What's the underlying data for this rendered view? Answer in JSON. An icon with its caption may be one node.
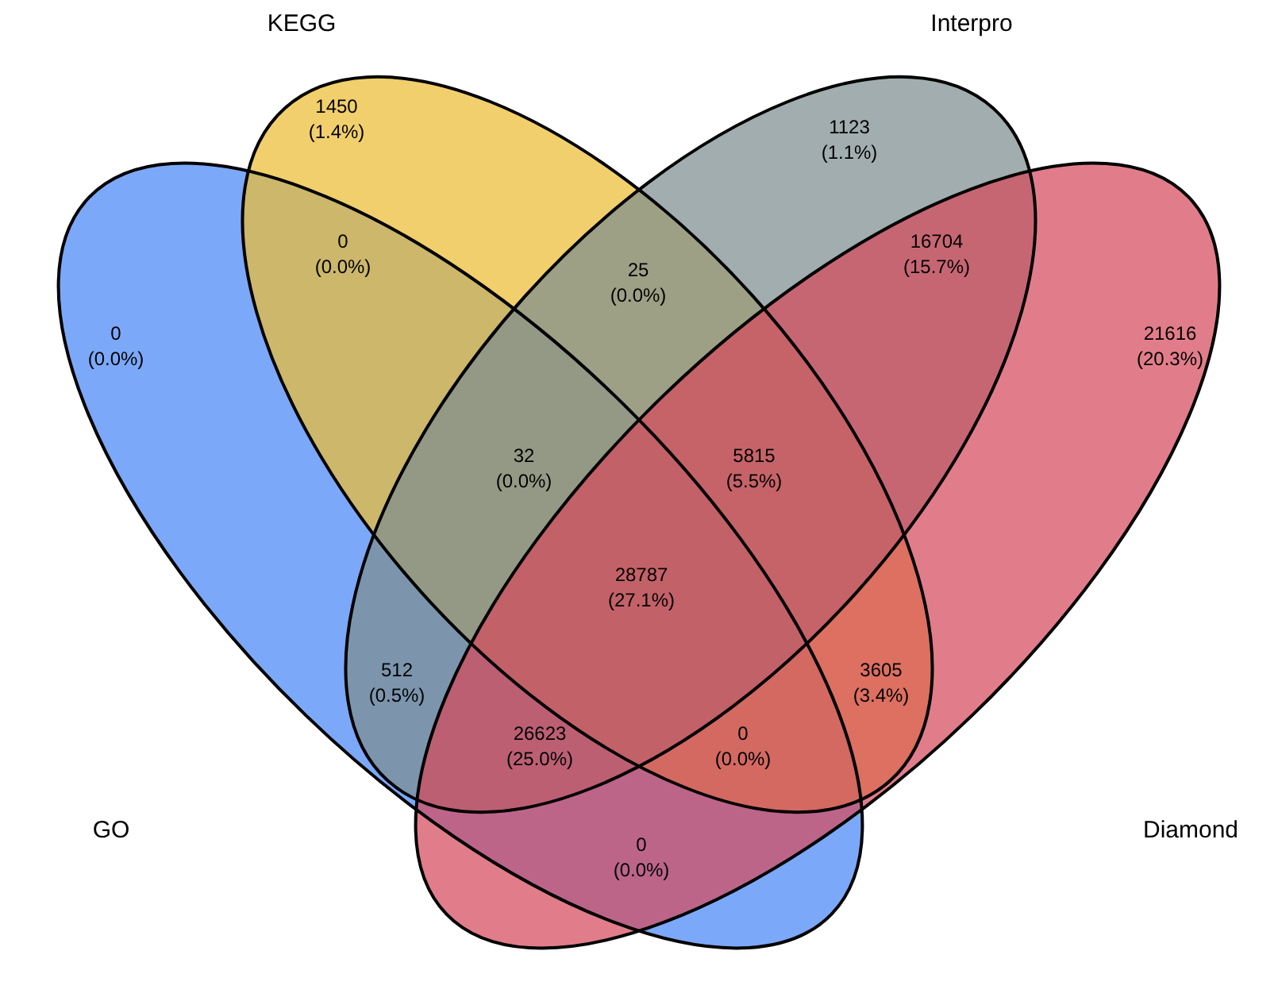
{
  "diagram": {
    "nodes": [
      {
        "text": [
          "GO"
        ]
      },
      {
        "text": [
          "KEGG"
        ]
      },
      {
        "text": [
          "Interpro"
        ]
      },
      {
        "text": [
          "Diamond"
        ]
      }
    ],
    "labels": [
      "1450 (1.4%)",
      "1123 (1.1%)",
      "25 (0.0%)",
      "0 (0.0%)",
      "16704 (15.7%)",
      "0 (0.0%)",
      "21616 (20.3%)",
      "32 (0.0%)",
      "5815 (5.5%)",
      "512 (0.5%)",
      "3605 (3.4%)",
      "28787 (27.1%)",
      "26623 (25.0%)",
      "0 (0.0%)",
      "0 (0.0%)"
    ]
  }
}
